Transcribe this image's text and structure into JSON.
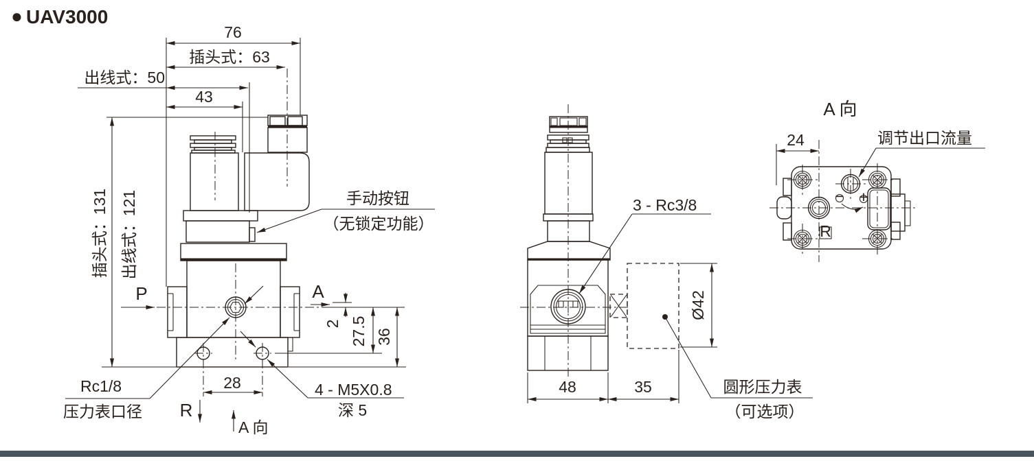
{
  "page": {
    "title": "UAV3000",
    "bullet": "●",
    "line_color": "#2a211d",
    "footer_bar_color": "#4a545c",
    "background": "#ffffff"
  },
  "front_view": {
    "dim_width_total": "76",
    "dim_width_plug": "插头式：63",
    "dim_width_wire": "出线式：50",
    "dim_width_43": "43",
    "dim_height_plug": "插头式：131",
    "dim_height_wire": "出线式：121",
    "port_p": "P",
    "port_a": "A",
    "port_r": "R",
    "dim_offset_2": "2",
    "dim_27_5": "27.5",
    "dim_36": "36",
    "dim_hole_pitch_28": "28",
    "label_manual_button": "手动按钮",
    "label_manual_button_note": "（无锁定功能）",
    "label_rc18": "Rc1/8",
    "label_gauge_port": "压力表口径",
    "label_thread_m5": "4 - M5X0.8",
    "label_thread_depth": "深 5",
    "label_view_a_bottom": "A 向"
  },
  "side_view": {
    "label_ports_rc38": "3 - Rc3/8",
    "dim_width_48": "48",
    "dim_width_35": "35",
    "dim_gauge_dia": "Ø42",
    "label_gauge": "圆形压力表",
    "label_gauge_note": "（可选项）"
  },
  "a_view": {
    "title": "A 向",
    "dim_24": "24",
    "label_flow_adjust": "调节出口流量",
    "label_r_port": "R",
    "minus_symbol": "−",
    "plus_symbol": "+"
  }
}
